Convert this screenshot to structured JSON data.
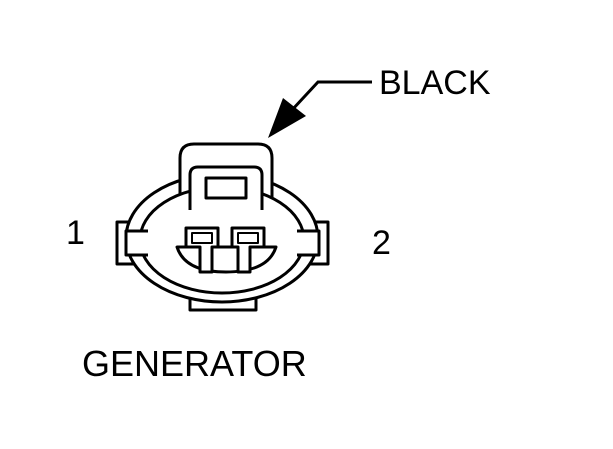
{
  "diagram": {
    "color_label": "BLACK",
    "pin_1": "1",
    "pin_2": "2",
    "component_name": "GENERATOR",
    "stroke_color": "#000000",
    "background_color": "#ffffff"
  }
}
